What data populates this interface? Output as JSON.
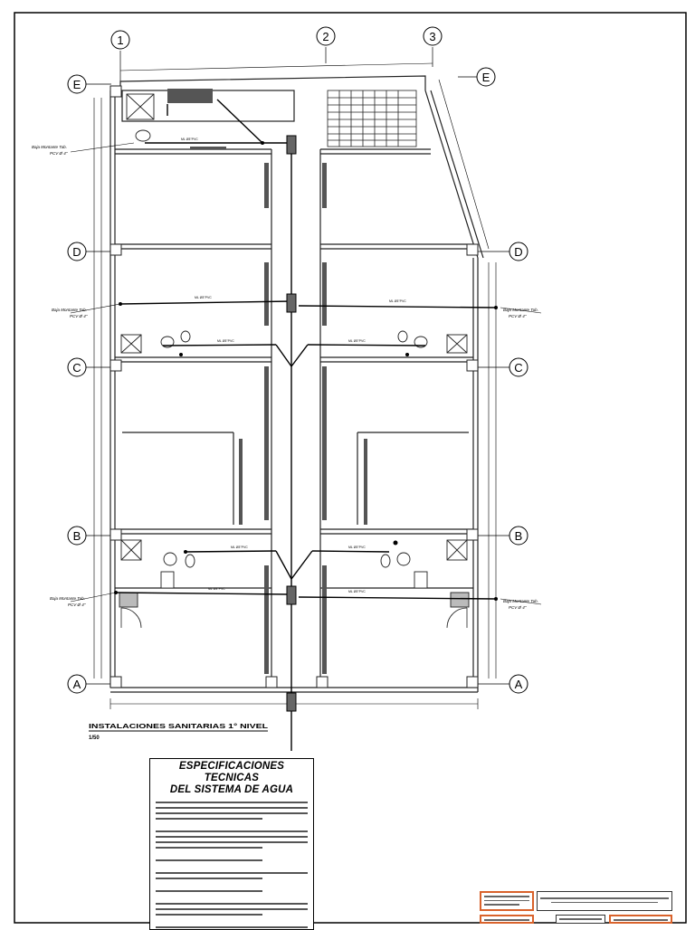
{
  "grid": {
    "columns": [
      "1",
      "2",
      "3"
    ],
    "rows": [
      "E",
      "D",
      "C",
      "B",
      "A"
    ]
  },
  "annotations": {
    "baja_montante_label": "Baja Montante Tub.",
    "baja_montante_size": "PCV Ø 4\"",
    "pipe_label": "ML Ø3\"PVC"
  },
  "plan_title": "INSTALACIONES SANITARIAS 1° NIVEL",
  "plan_scale": "1/50",
  "specifications": {
    "title_line1": "ESPECIFICACIONES TECNICAS",
    "title_line2": "DEL SISTEMA DE AGUA"
  },
  "colors": {
    "accent": "#d9622b",
    "line": "#000000",
    "wall": "#333333"
  }
}
